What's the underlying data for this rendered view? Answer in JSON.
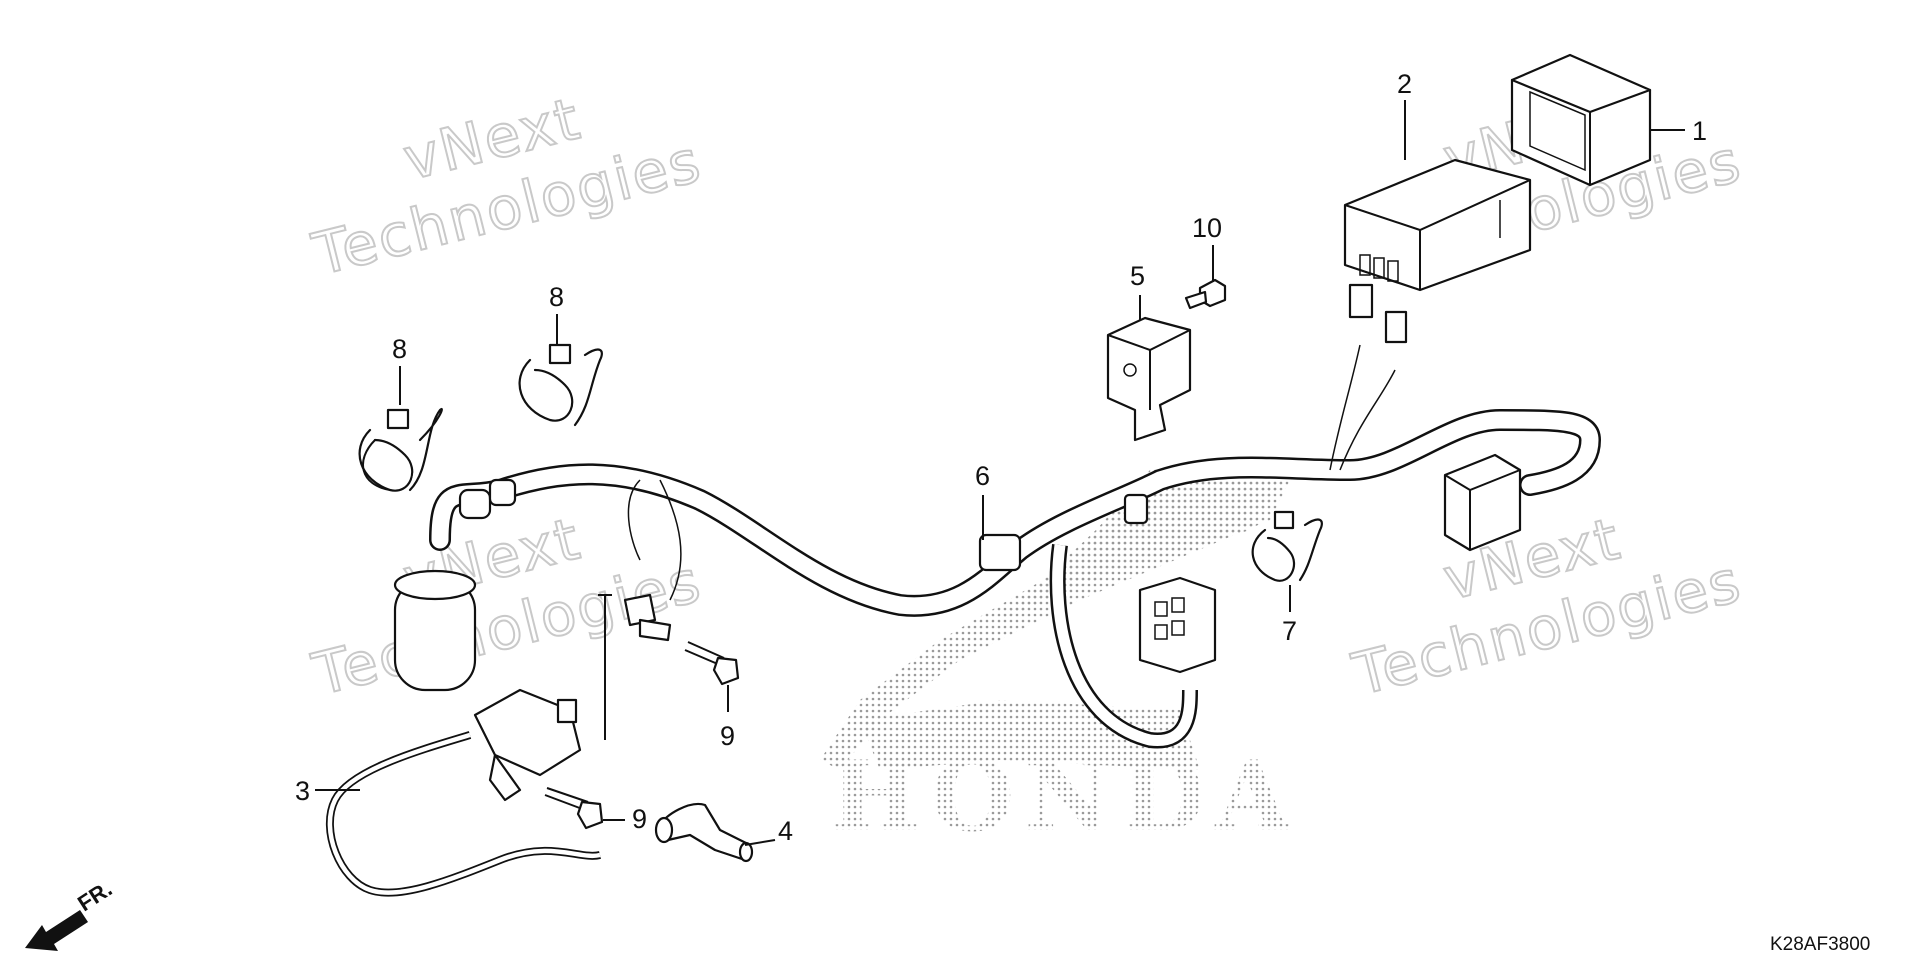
{
  "watermark": {
    "line1": "vNext",
    "line2": "Technologies",
    "brand": "HONDA"
  },
  "callouts": [
    {
      "id": "part-1",
      "label": "1"
    },
    {
      "id": "part-2",
      "label": "2"
    },
    {
      "id": "part-3",
      "label": "3"
    },
    {
      "id": "part-4",
      "label": "4"
    },
    {
      "id": "part-5",
      "label": "5"
    },
    {
      "id": "part-6",
      "label": "6"
    },
    {
      "id": "part-7",
      "label": "7"
    },
    {
      "id": "part-8a",
      "label": "8"
    },
    {
      "id": "part-8b",
      "label": "8"
    },
    {
      "id": "part-9a",
      "label": "9"
    },
    {
      "id": "part-9b",
      "label": "9"
    },
    {
      "id": "part-10",
      "label": "10"
    }
  ],
  "direction": {
    "label": "FR."
  },
  "reference_code": "K28AF3800",
  "icons": [
    "front-direction-arrow-icon"
  ]
}
